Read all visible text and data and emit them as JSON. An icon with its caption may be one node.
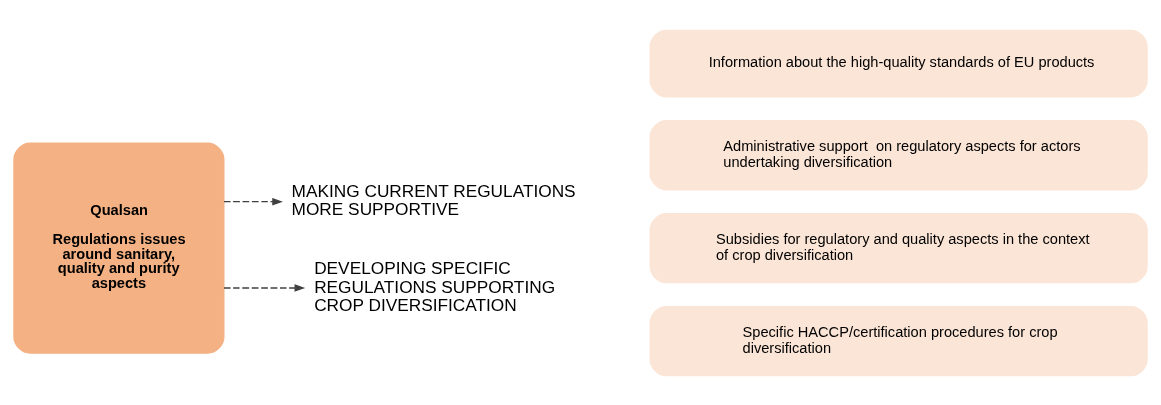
{
  "diagram": {
    "nodes": [
      {
        "text": [
          "Qualsan",
          "Regulations issues around sanitary, quality and purity aspects"
        ]
      },
      {
        "text": [
          "MAKING CURRENT REGULATIONS MORE SUPPORTIVE"
        ]
      },
      {
        "text": [
          "DEVELOPING SPECIFIC REGULATIONS SUPPORTING CROP DIVERSIFICATION"
        ]
      },
      {
        "text": [
          "Information about the high-quality standards of EU products"
        ]
      },
      {
        "text": [
          "Administrative support  on regulatory aspects for actors undertaking diversification"
        ]
      },
      {
        "text": [
          "Subsidies for regulatory and quality aspects in the context of crop diversification"
        ]
      },
      {
        "text": [
          "Specific HACCP/certification procedures for crop diversification"
        ]
      }
    ],
    "edges": [
      {
        "from": 0,
        "to": 1,
        "arrow": "to",
        "style": "dashed"
      },
      {
        "from": 0,
        "to": 2,
        "arrow": "to",
        "style": "dashed"
      }
    ]
  }
}
